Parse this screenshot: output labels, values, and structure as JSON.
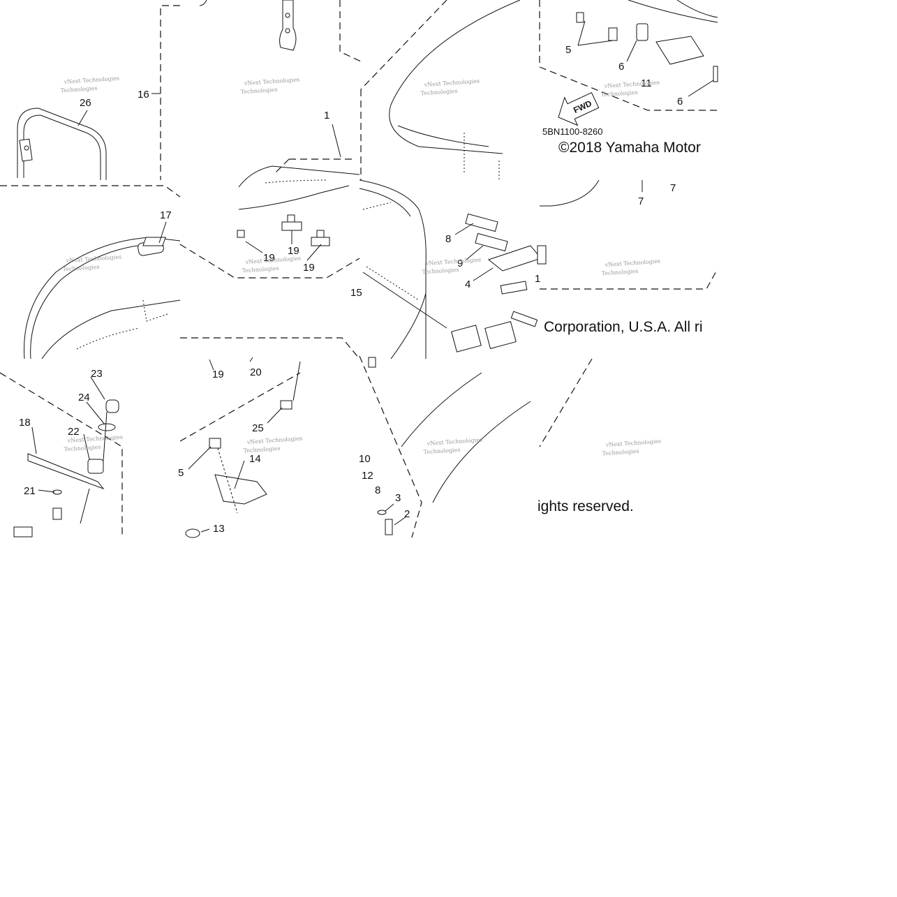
{
  "diagram": {
    "labels": [
      {
        "id": "l16",
        "text": "16"
      },
      {
        "id": "l26",
        "text": "26"
      },
      {
        "id": "l1",
        "text": "1"
      },
      {
        "id": "l17",
        "text": "17"
      },
      {
        "id": "l19a",
        "text": "19"
      },
      {
        "id": "l19b",
        "text": "19"
      },
      {
        "id": "l19c",
        "text": "19"
      },
      {
        "id": "l19d",
        "text": "19"
      },
      {
        "id": "l20",
        "text": "20"
      },
      {
        "id": "l15",
        "text": "15"
      },
      {
        "id": "l8a",
        "text": "8"
      },
      {
        "id": "l9",
        "text": "9"
      },
      {
        "id": "l4",
        "text": "4"
      },
      {
        "id": "l1b",
        "text": "1"
      },
      {
        "id": "l5a",
        "text": "5"
      },
      {
        "id": "l6a",
        "text": "6"
      },
      {
        "id": "l11",
        "text": "11"
      },
      {
        "id": "l6b",
        "text": "6"
      },
      {
        "id": "l7a",
        "text": "7"
      },
      {
        "id": "l7b",
        "text": "7"
      },
      {
        "id": "l23",
        "text": "23"
      },
      {
        "id": "l24",
        "text": "24"
      },
      {
        "id": "l18",
        "text": "18"
      },
      {
        "id": "l22",
        "text": "22"
      },
      {
        "id": "l21",
        "text": "21"
      },
      {
        "id": "l25",
        "text": "25"
      },
      {
        "id": "l5b",
        "text": "5"
      },
      {
        "id": "l14",
        "text": "14"
      },
      {
        "id": "l13",
        "text": "13"
      },
      {
        "id": "l10",
        "text": "10"
      },
      {
        "id": "l12",
        "text": "12"
      },
      {
        "id": "l8b",
        "text": "8"
      },
      {
        "id": "l3",
        "text": "3"
      },
      {
        "id": "l2",
        "text": "2"
      }
    ],
    "fwd_arrow": "FWD",
    "diagram_code": "5BN1100-8260",
    "copyright_line1": "©2018 Yamaha Motor",
    "copyright_line2": "Corporation, U.S.A. All ri",
    "copyright_line3": "ights reserved.",
    "watermark_line1": "vNext Technologies",
    "watermark_line2": "Technologies"
  }
}
